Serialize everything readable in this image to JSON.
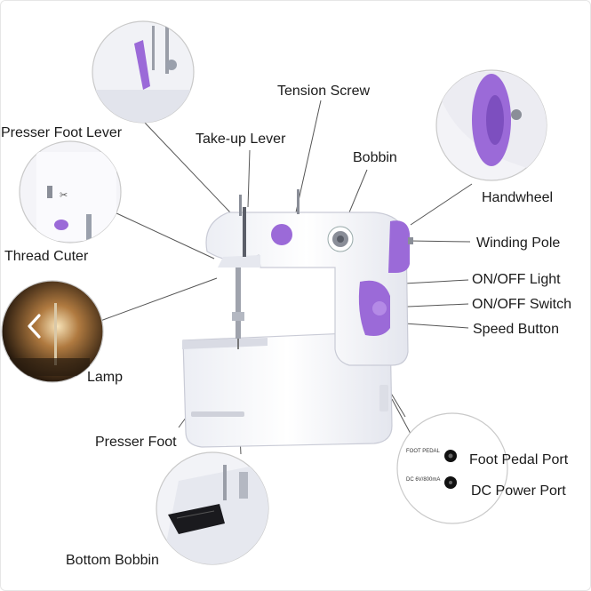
{
  "labels": {
    "tension_screw": "Tension Screw",
    "presser_foot_lever": "Presser Foot Lever",
    "take_up_lever": "Take-up Lever",
    "bobbin": "Bobbin",
    "handwheel": "Handwheel",
    "thread_cuter": "Thread Cuter",
    "winding_pole": "Winding Pole",
    "on_off_light": "ON/OFF Light",
    "on_off_switch": "ON/OFF Switch",
    "speed_button": "Speed Button",
    "lamp": "Lamp",
    "presser_foot": "Presser Foot",
    "foot_pedal_port": "Foot Pedal Port",
    "dc_power_port": "DC Power Port",
    "bottom_bobbin": "Bottom Bobbin"
  },
  "port_panel": {
    "foot_pedal_text": "FOOT PEDAL",
    "dc_text": "DC 6V/800mA"
  },
  "navigation": {
    "prev_icon": "chevron-left-icon"
  },
  "colors": {
    "accent_purple": "#9b6ad8",
    "machine_white": "#f4f4f8",
    "leader_line": "#555555"
  }
}
